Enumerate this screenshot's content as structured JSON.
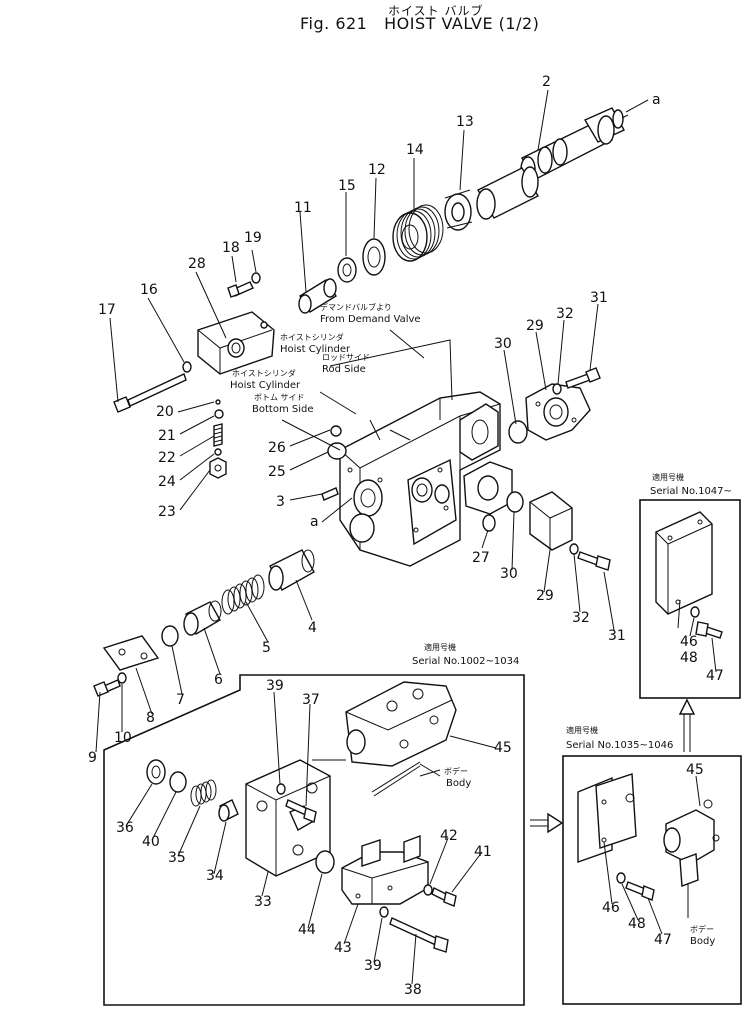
{
  "title": {
    "japanese": "ホイスト バルブ",
    "figure": "Fig. 621",
    "name": "HOIST VALVE",
    "fraction": "(1/2)"
  },
  "annotations": {
    "from_demand_valve_jp": "デマンドバルブより",
    "from_demand_valve": "From Demand Valve",
    "hoist_cylinder_rod_jp": "ホイストシリンダ",
    "hoist_cylinder_rod": "Hoist Cylinder",
    "rod_side_jp": "ロッドサイド",
    "rod_side": "Rod Side",
    "hoist_cylinder_bottom_jp": "ホイストシリンダ",
    "hoist_cylinder_bottom": "Hoist Cylinder",
    "bottom_side_jp": "ボトム サイド",
    "bottom_side": "Bottom Side",
    "serial_a_jp": "適用号機",
    "serial_a": "Serial No.1002~1034",
    "serial_b_jp": "適用号機",
    "serial_b": "Serial No.1035~1046",
    "serial_c_jp": "適用号機",
    "serial_c": "Serial No.1047~",
    "body_jp_1": "ボデー",
    "body_1": "Body",
    "body_jp_2": "ボデー",
    "body_2": "Body"
  },
  "callouts": {
    "c1": "2",
    "c2": "a",
    "c3": "13",
    "c4": "14",
    "c5": "12",
    "c6": "15",
    "c7": "11",
    "c8": "19",
    "c9": "18",
    "c10": "28",
    "c11": "16",
    "c12": "17",
    "c13": "20",
    "c14": "21",
    "c15": "22",
    "c16": "24",
    "c17": "23",
    "c18": "26",
    "c19": "25",
    "c20": "3",
    "c21": "a",
    "c22": "30",
    "c23": "29",
    "c24": "32",
    "c25": "31",
    "c26": "27",
    "c27": "30",
    "c28": "29",
    "c29": "32",
    "c30": "31",
    "c31": "4",
    "c32": "5",
    "c33": "6",
    "c34": "7",
    "c35": "8",
    "c36": "10",
    "c37": "9",
    "c38": "39",
    "c39": "37",
    "c40": "45",
    "c41": "36",
    "c42": "40",
    "c43": "35",
    "c44": "34",
    "c45": "33",
    "c46": "42",
    "c47": "41",
    "c48": "44",
    "c49": "43",
    "c50": "39",
    "c51": "38",
    "c52": "46",
    "c53": "48",
    "c54": "47",
    "c55": "45",
    "c56": "46",
    "c57": "48",
    "c58": "47"
  },
  "colors": {
    "ink": "#111111",
    "paper": "#ffffff"
  }
}
